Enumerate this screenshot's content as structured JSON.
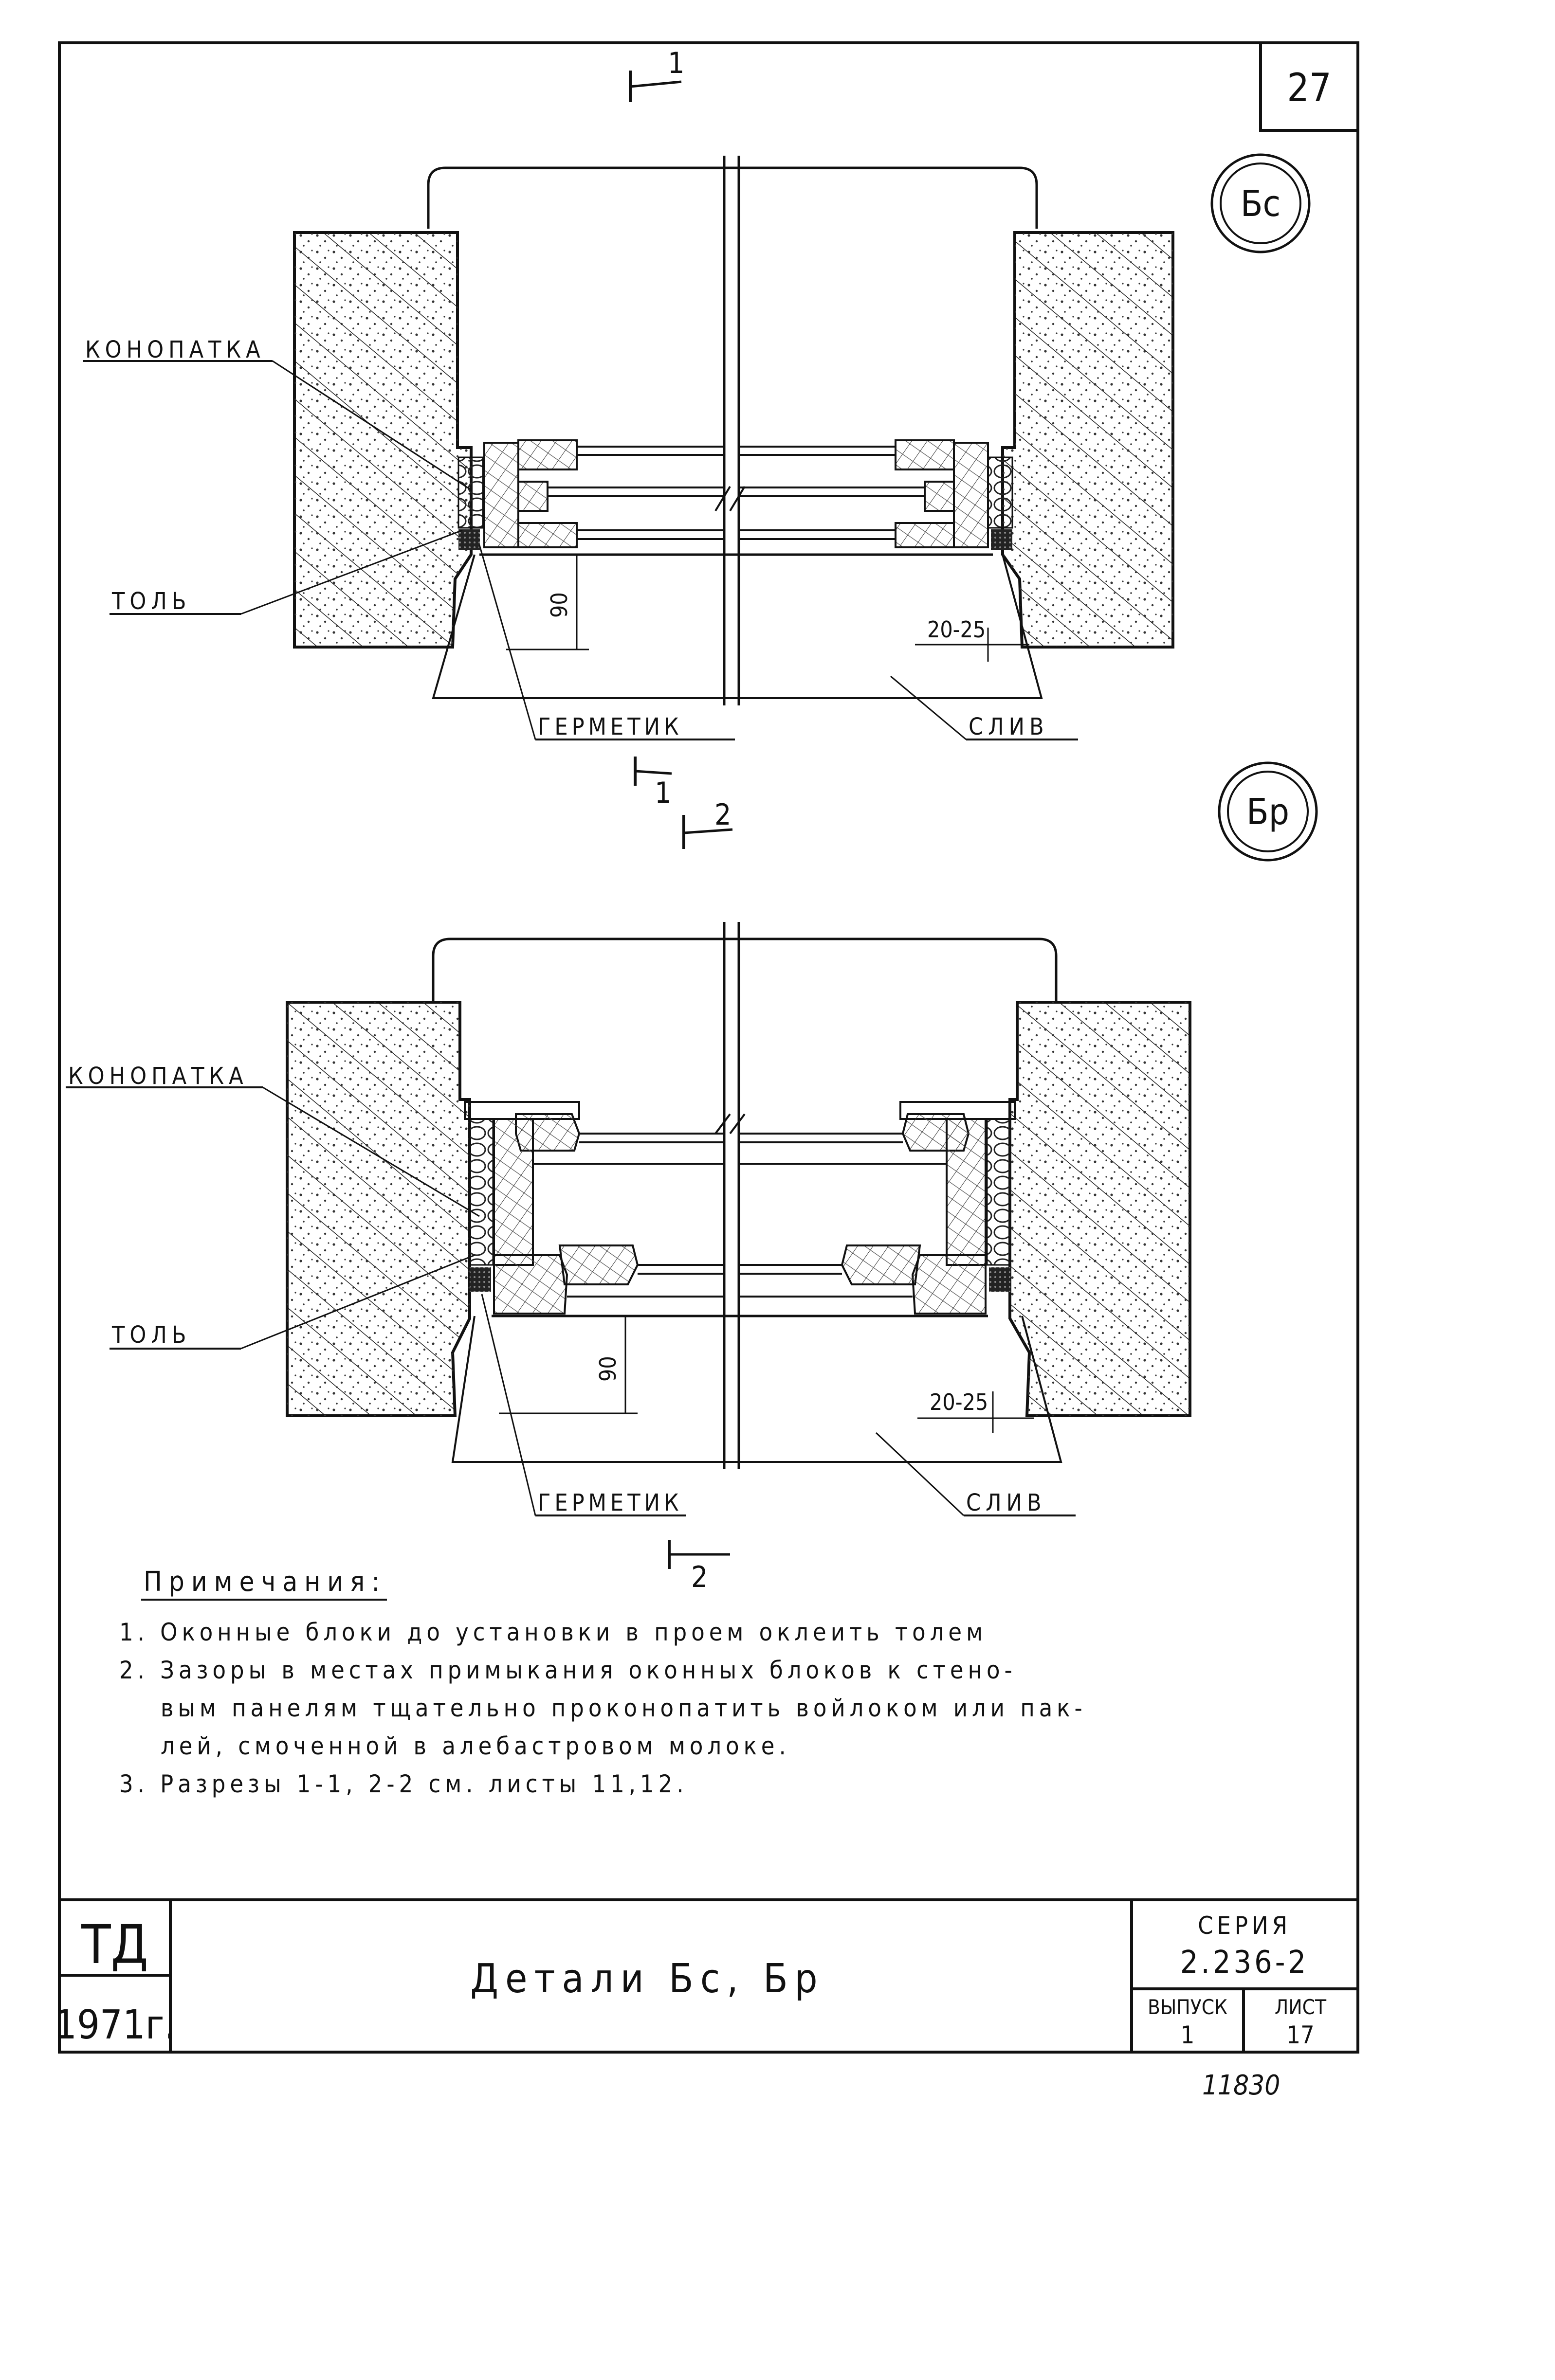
{
  "sheet": {
    "page_number": "27",
    "handwritten_number": "11830"
  },
  "detail_bs": {
    "marker": "Бс",
    "section_mark_top": "1",
    "section_mark_bottom": "1",
    "labels": {
      "caulking": "КОНОПАТКА",
      "roofing_felt": "ТОЛЬ",
      "sealant": "ГЕРМЕТИК",
      "drip": "СЛИВ"
    },
    "dimensions": {
      "sill_height": "90",
      "gap": "20-25"
    }
  },
  "detail_br": {
    "marker": "Бр",
    "section_mark_top": "2",
    "section_mark_bottom": "2",
    "labels": {
      "caulking": "КОНОПАТКА",
      "roofing_felt": "ТОЛЬ",
      "sealant": "ГЕРМЕТИК",
      "drip": "СЛИВ"
    },
    "dimensions": {
      "sill_height": "90",
      "gap": "20-25"
    }
  },
  "notes": {
    "heading": "Примечания:",
    "lines": [
      "1. Оконные блоки до установки в проем оклеить толем",
      "2. Зазоры в местах примыкания оконных блоков к стено-",
      "вым панелям тщательно проконопатить войлоком или пак-",
      "лей, смоченной в алебастровом молоке.",
      "3. Разрезы 1-1, 2-2 см. листы 11,12."
    ]
  },
  "title_block": {
    "org": "ТД",
    "year": "1971г.",
    "title": "Детали Бс, Бр",
    "series_label": "СЕРИЯ",
    "series_value": "2.236-2",
    "issue_label": "ВЫПУСК",
    "issue_value": "1",
    "sheet_label": "ЛИСТ",
    "sheet_value": "17"
  }
}
